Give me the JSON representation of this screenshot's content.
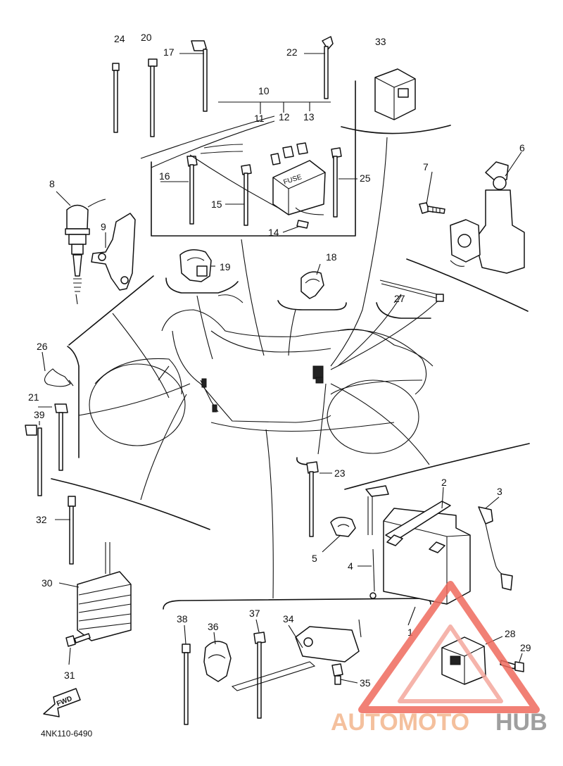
{
  "diagram": {
    "part_numbers": [
      "1",
      "2",
      "3",
      "4",
      "5",
      "6",
      "7",
      "8",
      "9",
      "10",
      "11",
      "12",
      "13",
      "14",
      "15",
      "16",
      "17",
      "18",
      "19",
      "20",
      "21",
      "22",
      "23",
      "24",
      "25",
      "26",
      "27",
      "28",
      "29",
      "30",
      "31",
      "32",
      "33",
      "34",
      "35",
      "36",
      "37",
      "38",
      "39"
    ],
    "drawing_code": "4NK110-6490",
    "fuse_label": "FUSE",
    "direction_label": "FWD",
    "watermark": {
      "part1": "AUTOMOTO",
      "part2": "HUB",
      "accent_color": "#f3b68d",
      "secondary_color": "#8f8f8f",
      "triangle_color": "#e84c3d"
    }
  }
}
